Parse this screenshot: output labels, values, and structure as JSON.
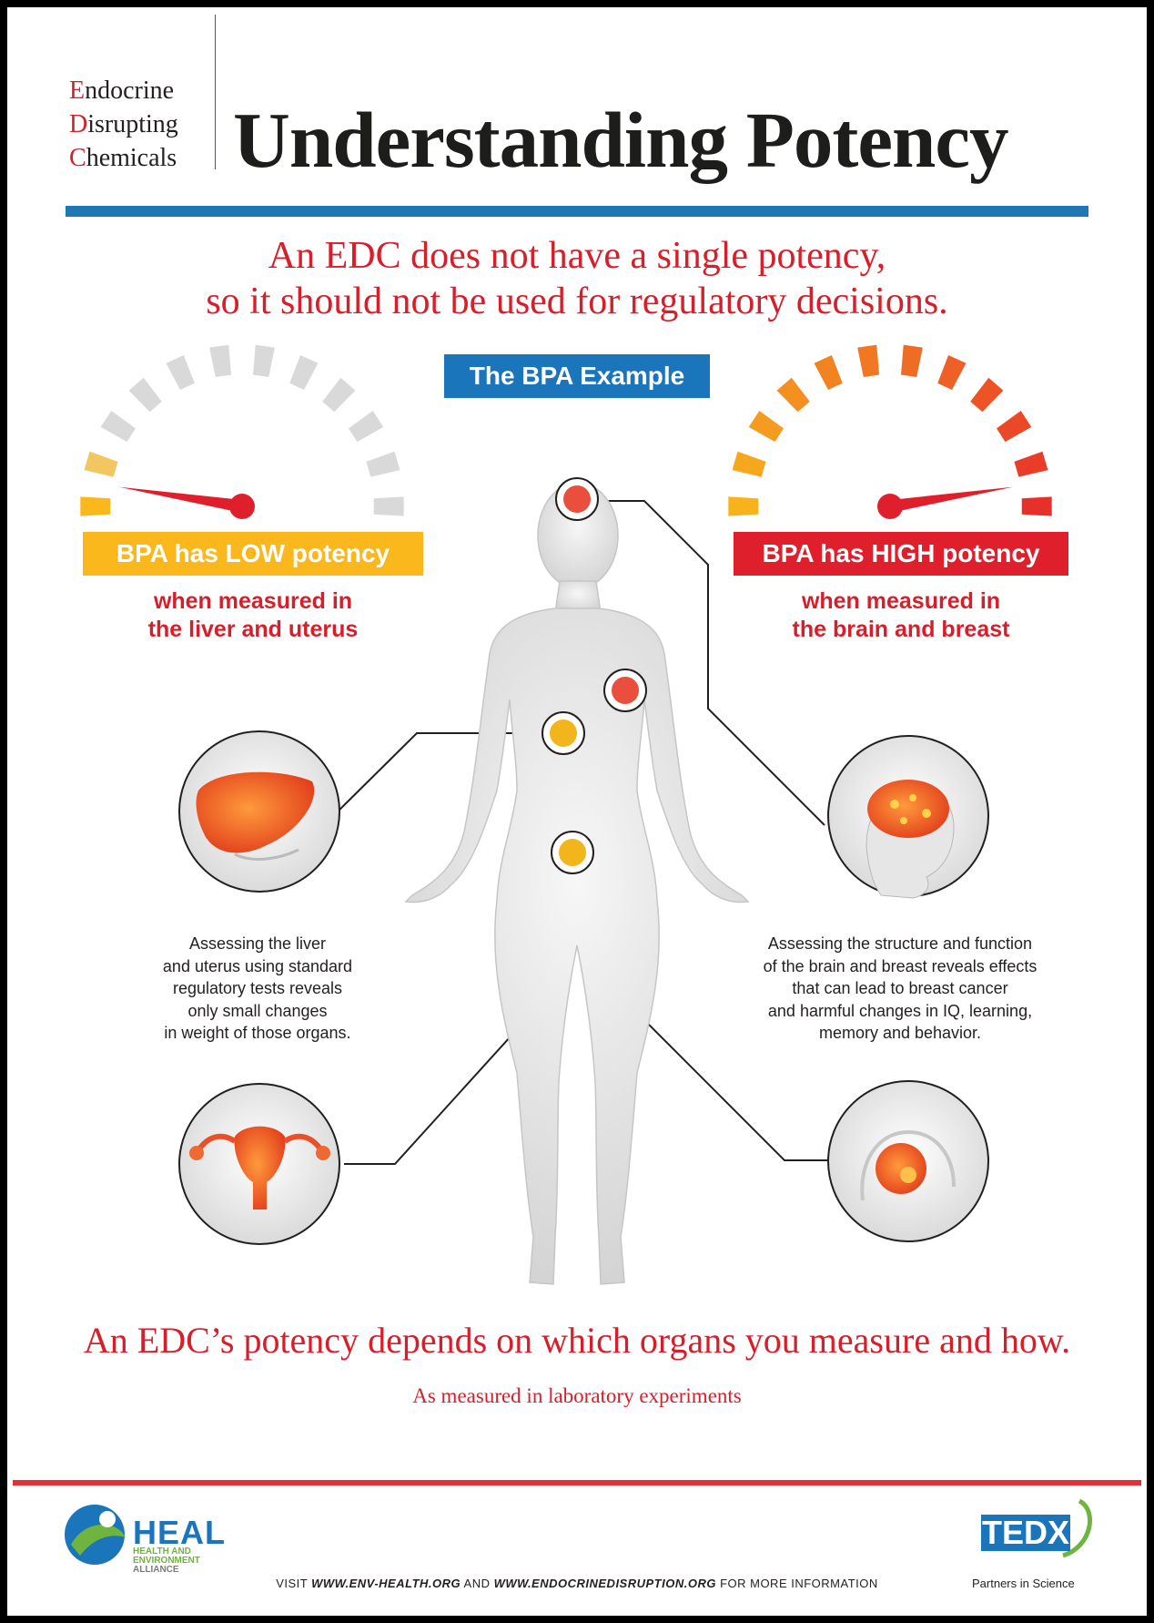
{
  "header": {
    "logo_lines": [
      {
        "cap": "E",
        "rest": "ndocrine"
      },
      {
        "cap": "D",
        "rest": "isrupting"
      },
      {
        "cap": "C",
        "rest": "hemicals"
      }
    ],
    "title": "Understanding Potency"
  },
  "subtitle": {
    "line1": "An EDC does not have a single potency,",
    "line2": "so it should not be used for regulatory decisions."
  },
  "example_tag": "The BPA Example",
  "low": {
    "label": "BPA has LOW potency",
    "when_line1": "when measured in",
    "when_line2": "the liver and uterus",
    "gauge_level": 0.05,
    "color": "#fbb81c",
    "description": [
      "Assessing the liver",
      "and uterus using standard",
      "regulatory tests reveals",
      "only small changes",
      "in weight of those organs."
    ]
  },
  "high": {
    "label": "BPA has HIGH potency",
    "when_line1": "when measured in",
    "when_line2": "the brain and breast",
    "gauge_level": 0.95,
    "color": "#e01f2d",
    "description": [
      "Assessing the structure and function",
      "of the brain and breast reveals effects",
      "that can lead to breast cancer",
      "and harmful changes in IQ, learning,",
      "memory and behavior."
    ]
  },
  "organs": [
    "liver-icon",
    "uterus-icon",
    "brain-icon",
    "breast-icon",
    "female-body-figure"
  ],
  "bottom": {
    "claim": "An EDC’s potency depends on which organs you measure and how.",
    "note": "As measured in laboratory experiments"
  },
  "footer": {
    "heal_title": "HEAL",
    "heal_sub1": "HEALTH AND",
    "heal_sub2": "ENVIRONMENT",
    "heal_sub3": "ALLIANCE",
    "visit_prefix": "VISIT ",
    "visit_site1": "WWW.ENV-HEALTH.ORG",
    "visit_and": " AND ",
    "visit_site2": "WWW.ENDOCRINEDISRUPTION.ORG",
    "visit_suffix": " FOR MORE INFORMATION",
    "tedx_title": "TEDX",
    "tedx_sub": "Partners in Science"
  },
  "colors": {
    "red": "#d71f2b",
    "blue": "#1b75bb",
    "yellow": "#fbb81c",
    "gauge_gray": "#d9d9d9",
    "orange": "#f58220"
  }
}
